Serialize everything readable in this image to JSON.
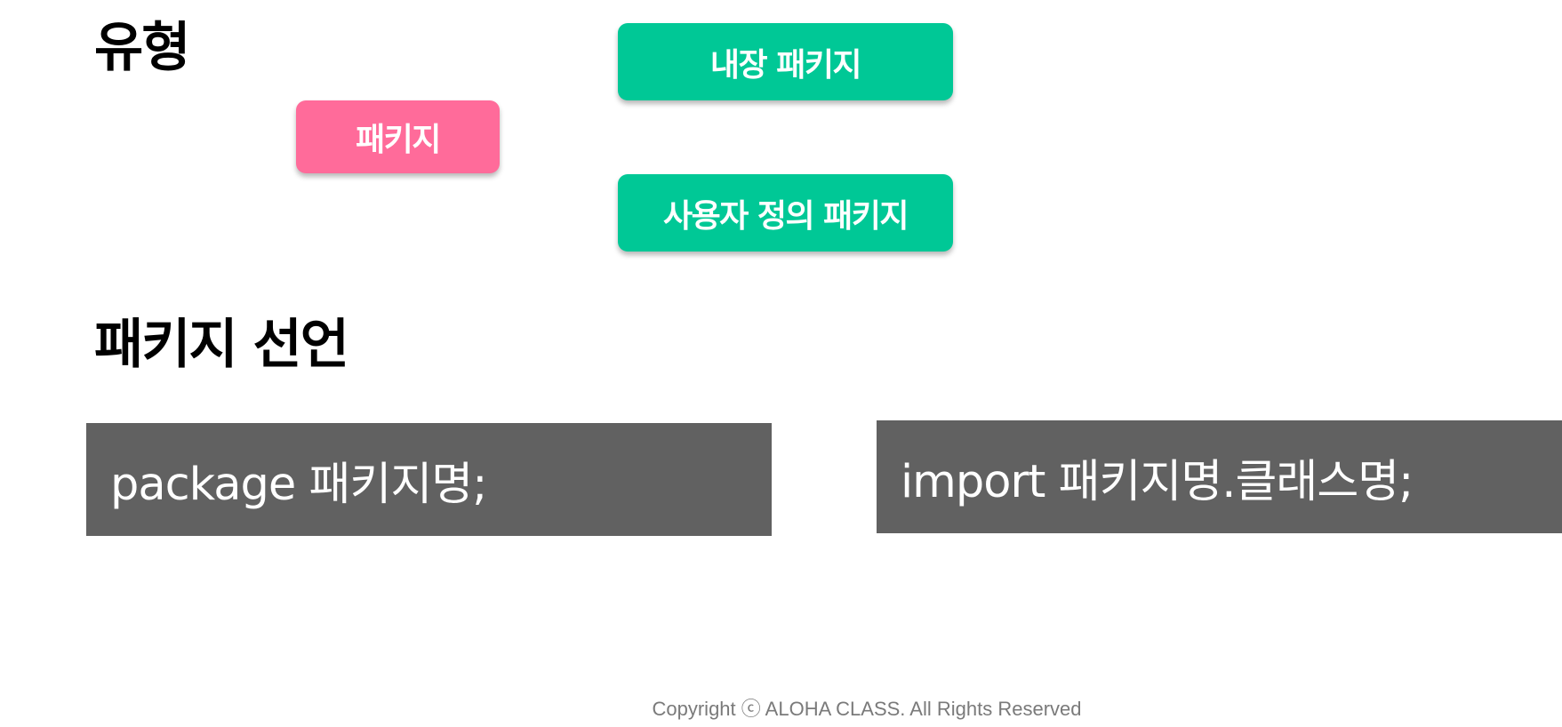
{
  "headings": {
    "type": "유형",
    "declaration": "패키지 선언"
  },
  "diagram": {
    "root": "패키지",
    "children": [
      "내장 패키지",
      "사용자 정의 패키지"
    ]
  },
  "code": {
    "package_statement": "package 패키지명;",
    "import_statement": "import 패키지명.클래스명;"
  },
  "footer": {
    "copyright": "Copyright ⓒ ALOHA CLASS. All Rights Reserved"
  },
  "colors": {
    "root_box": "#FF6B9A",
    "child_box": "#00C896",
    "code_bg": "#616161",
    "connector": "#ffffff"
  }
}
